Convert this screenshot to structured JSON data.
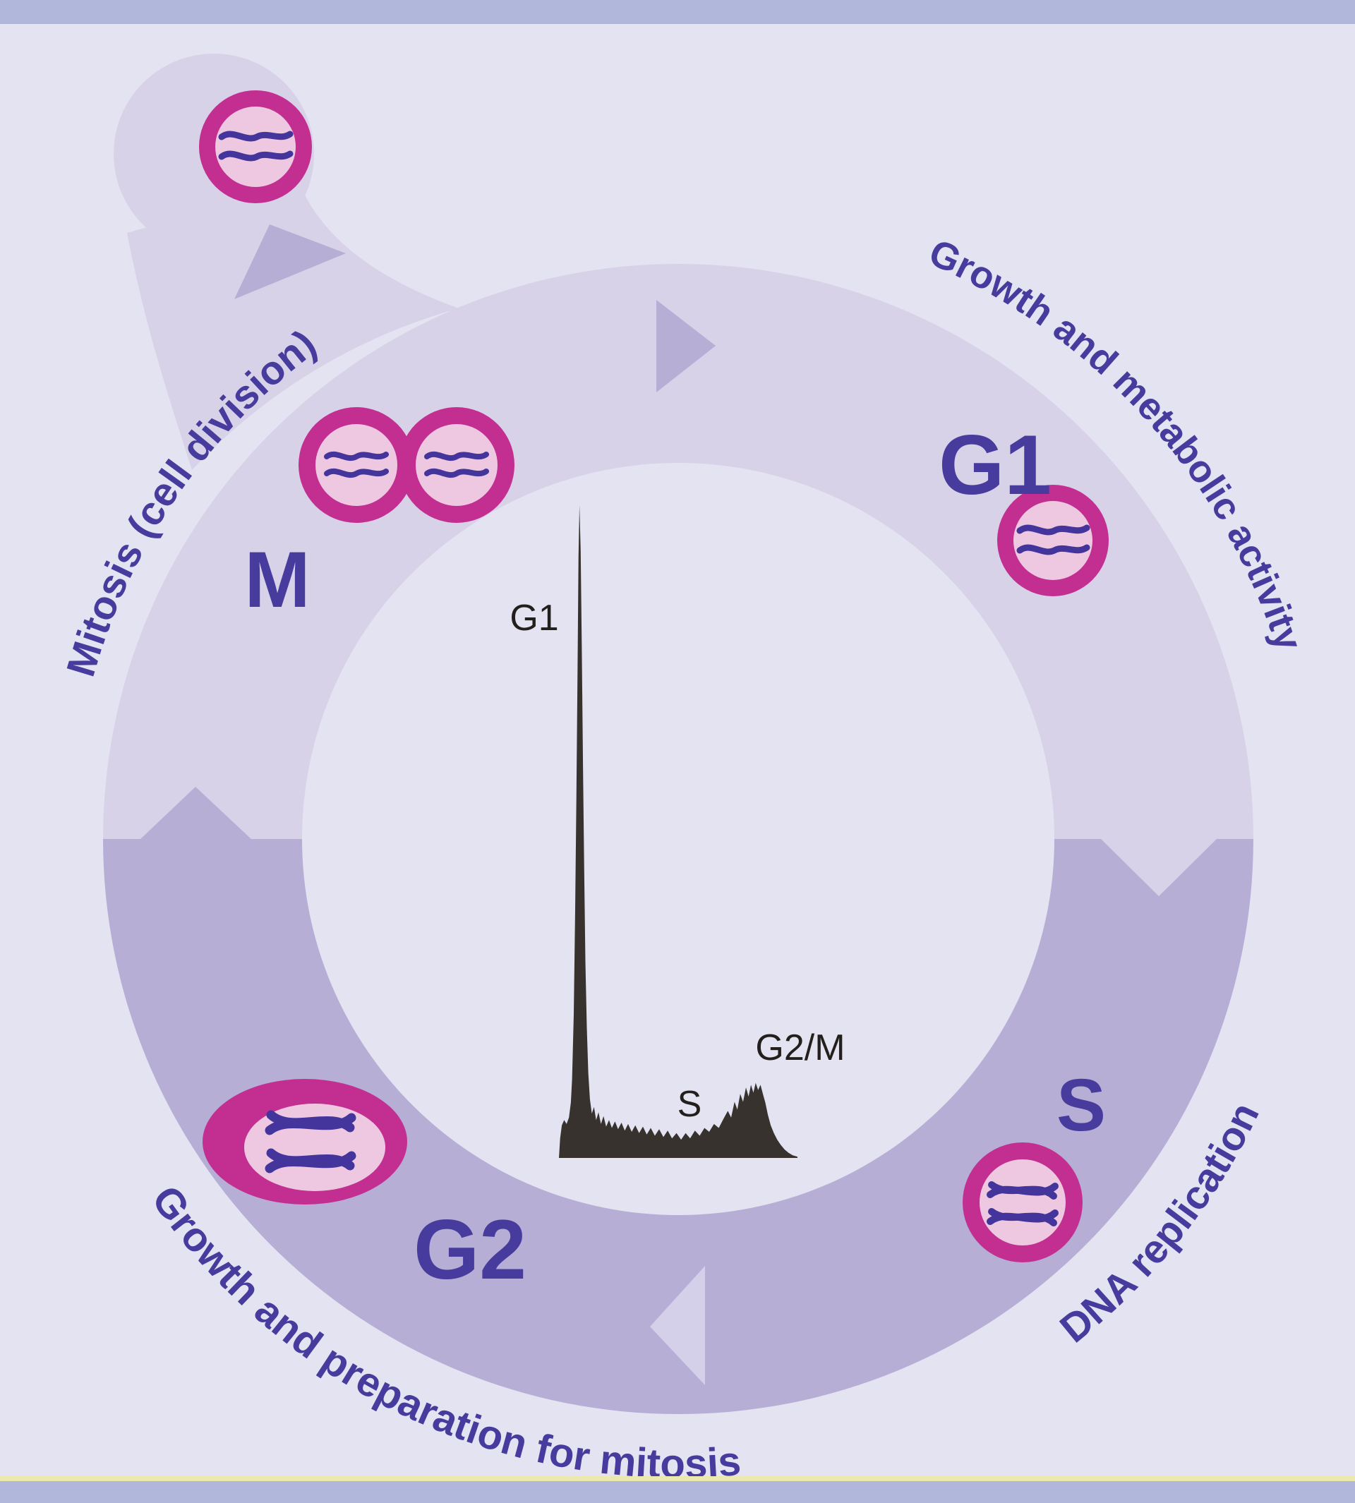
{
  "diagram": {
    "phase_labels": {
      "m": "M",
      "g1": "G1",
      "s": "S",
      "g2": "G2"
    },
    "arc_captions": {
      "top_left": "Mitosis (cell division)",
      "top_right": "Growth and metabolic activity",
      "bottom_right": "DNA replication",
      "bottom_left": "Growth and preparation for mitosis"
    }
  },
  "palette": {
    "top_bottom_bar": "#b1b7db",
    "yellow_divider": "#ece9af",
    "background": "#e3e3f1",
    "ring_upper_half": "#d8d2e8",
    "ring_lower_half": "#b6aed5",
    "arrow_dark": "#b7aed5",
    "arrow_light": "#d5d0ea",
    "cell_membrane_magenta": "#c32f91",
    "cell_interior_pink": "#eec8e1",
    "chromosome_purple": "#43359c",
    "label_purple": "#473c9e",
    "histogram_color": "#38322f"
  },
  "chart_data": {
    "type": "area",
    "description": "Flow-cytometry DNA-content histogram drawn inside the cell-cycle ring: tall narrow G1 peak, low noisy S-phase plateau, smaller G2/M peak",
    "annotations": [
      {
        "label": "G1",
        "x": 0.086
      },
      {
        "label": "S",
        "x": 0.55
      },
      {
        "label": "G2/M",
        "x": 0.84
      }
    ],
    "x_range": [
      0,
      1
    ],
    "y_normalized_max": 1.0,
    "grid": false,
    "axes_shown": false,
    "points": [
      [
        0.0,
        0.0
      ],
      [
        0.005,
        0.03
      ],
      [
        0.012,
        0.05
      ],
      [
        0.022,
        0.058
      ],
      [
        0.032,
        0.052
      ],
      [
        0.042,
        0.062
      ],
      [
        0.05,
        0.085
      ],
      [
        0.055,
        0.12
      ],
      [
        0.062,
        0.22
      ],
      [
        0.068,
        0.38
      ],
      [
        0.073,
        0.55
      ],
      [
        0.078,
        0.75
      ],
      [
        0.082,
        0.92
      ],
      [
        0.086,
        1.0
      ],
      [
        0.091,
        0.93
      ],
      [
        0.096,
        0.78
      ],
      [
        0.101,
        0.6
      ],
      [
        0.106,
        0.44
      ],
      [
        0.111,
        0.3
      ],
      [
        0.117,
        0.2
      ],
      [
        0.123,
        0.13
      ],
      [
        0.13,
        0.09
      ],
      [
        0.138,
        0.068
      ],
      [
        0.147,
        0.078
      ],
      [
        0.156,
        0.058
      ],
      [
        0.166,
        0.07
      ],
      [
        0.176,
        0.052
      ],
      [
        0.187,
        0.064
      ],
      [
        0.198,
        0.048
      ],
      [
        0.21,
        0.058
      ],
      [
        0.222,
        0.046
      ],
      [
        0.235,
        0.056
      ],
      [
        0.248,
        0.044
      ],
      [
        0.262,
        0.054
      ],
      [
        0.276,
        0.042
      ],
      [
        0.29,
        0.052
      ],
      [
        0.305,
        0.04
      ],
      [
        0.32,
        0.05
      ],
      [
        0.336,
        0.038
      ],
      [
        0.352,
        0.048
      ],
      [
        0.368,
        0.036
      ],
      [
        0.385,
        0.046
      ],
      [
        0.402,
        0.034
      ],
      [
        0.42,
        0.044
      ],
      [
        0.438,
        0.032
      ],
      [
        0.456,
        0.042
      ],
      [
        0.474,
        0.03
      ],
      [
        0.493,
        0.038
      ],
      [
        0.512,
        0.028
      ],
      [
        0.531,
        0.038
      ],
      [
        0.55,
        0.03
      ],
      [
        0.57,
        0.042
      ],
      [
        0.59,
        0.034
      ],
      [
        0.61,
        0.046
      ],
      [
        0.63,
        0.04
      ],
      [
        0.65,
        0.052
      ],
      [
        0.67,
        0.046
      ],
      [
        0.69,
        0.06
      ],
      [
        0.708,
        0.072
      ],
      [
        0.722,
        0.062
      ],
      [
        0.736,
        0.086
      ],
      [
        0.748,
        0.074
      ],
      [
        0.76,
        0.098
      ],
      [
        0.772,
        0.086
      ],
      [
        0.784,
        0.108
      ],
      [
        0.795,
        0.094
      ],
      [
        0.805,
        0.112
      ],
      [
        0.815,
        0.1
      ],
      [
        0.825,
        0.115
      ],
      [
        0.835,
        0.104
      ],
      [
        0.845,
        0.112
      ],
      [
        0.855,
        0.098
      ],
      [
        0.865,
        0.085
      ],
      [
        0.876,
        0.066
      ],
      [
        0.888,
        0.05
      ],
      [
        0.901,
        0.038
      ],
      [
        0.915,
        0.028
      ],
      [
        0.93,
        0.02
      ],
      [
        0.946,
        0.013
      ],
      [
        0.962,
        0.008
      ],
      [
        0.98,
        0.004
      ],
      [
        1.0,
        0.002
      ]
    ]
  }
}
